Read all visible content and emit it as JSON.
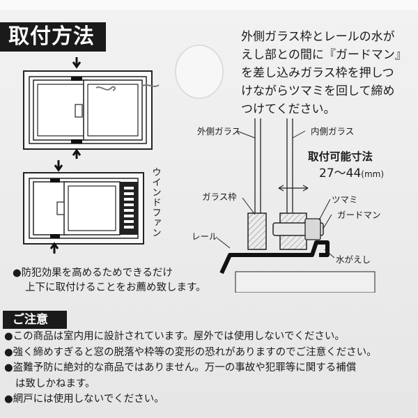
{
  "title": "取付方法",
  "instructions": [
    "外側ガラス枠とレールの水が",
    "えし部との間に『ガードマン』",
    "を差し込みガラス枠を押しつ",
    "けながらツマミを回して締め",
    "つけてください。"
  ],
  "fan_label": "ウインドファン",
  "diagram": {
    "outer_glass": "外側ガラス",
    "inner_glass": "内側ガラス",
    "dim_title": "取付可能寸法",
    "dim_value": "27～44",
    "dim_unit": "(mm)",
    "glass_frame": "ガラス枠",
    "knob": "ツマミ",
    "guardman": "ガードマン",
    "rail": "レール",
    "water_return": "水がえし"
  },
  "recommend": [
    "●防犯効果を高めるためできるだけ",
    "上下に取付けることをお薦め致します。"
  ],
  "caution_title": "ご注意",
  "cautions": [
    "●この商品は室内用に設計されています。屋外では使用しないでください。",
    "●強く締めすぎると窓の脱落や枠等の変形の恐れがありますのでご注意ください。",
    "●盗難予防に絶対的な商品ではありません。万一の事故や犯罪等に関する補償",
    "は致しかねます。",
    "●網戸には使用しないでください。"
  ],
  "colors": {
    "background": "#ececec",
    "ink": "#1a1a1a",
    "hatch": "#9a9a9a"
  }
}
